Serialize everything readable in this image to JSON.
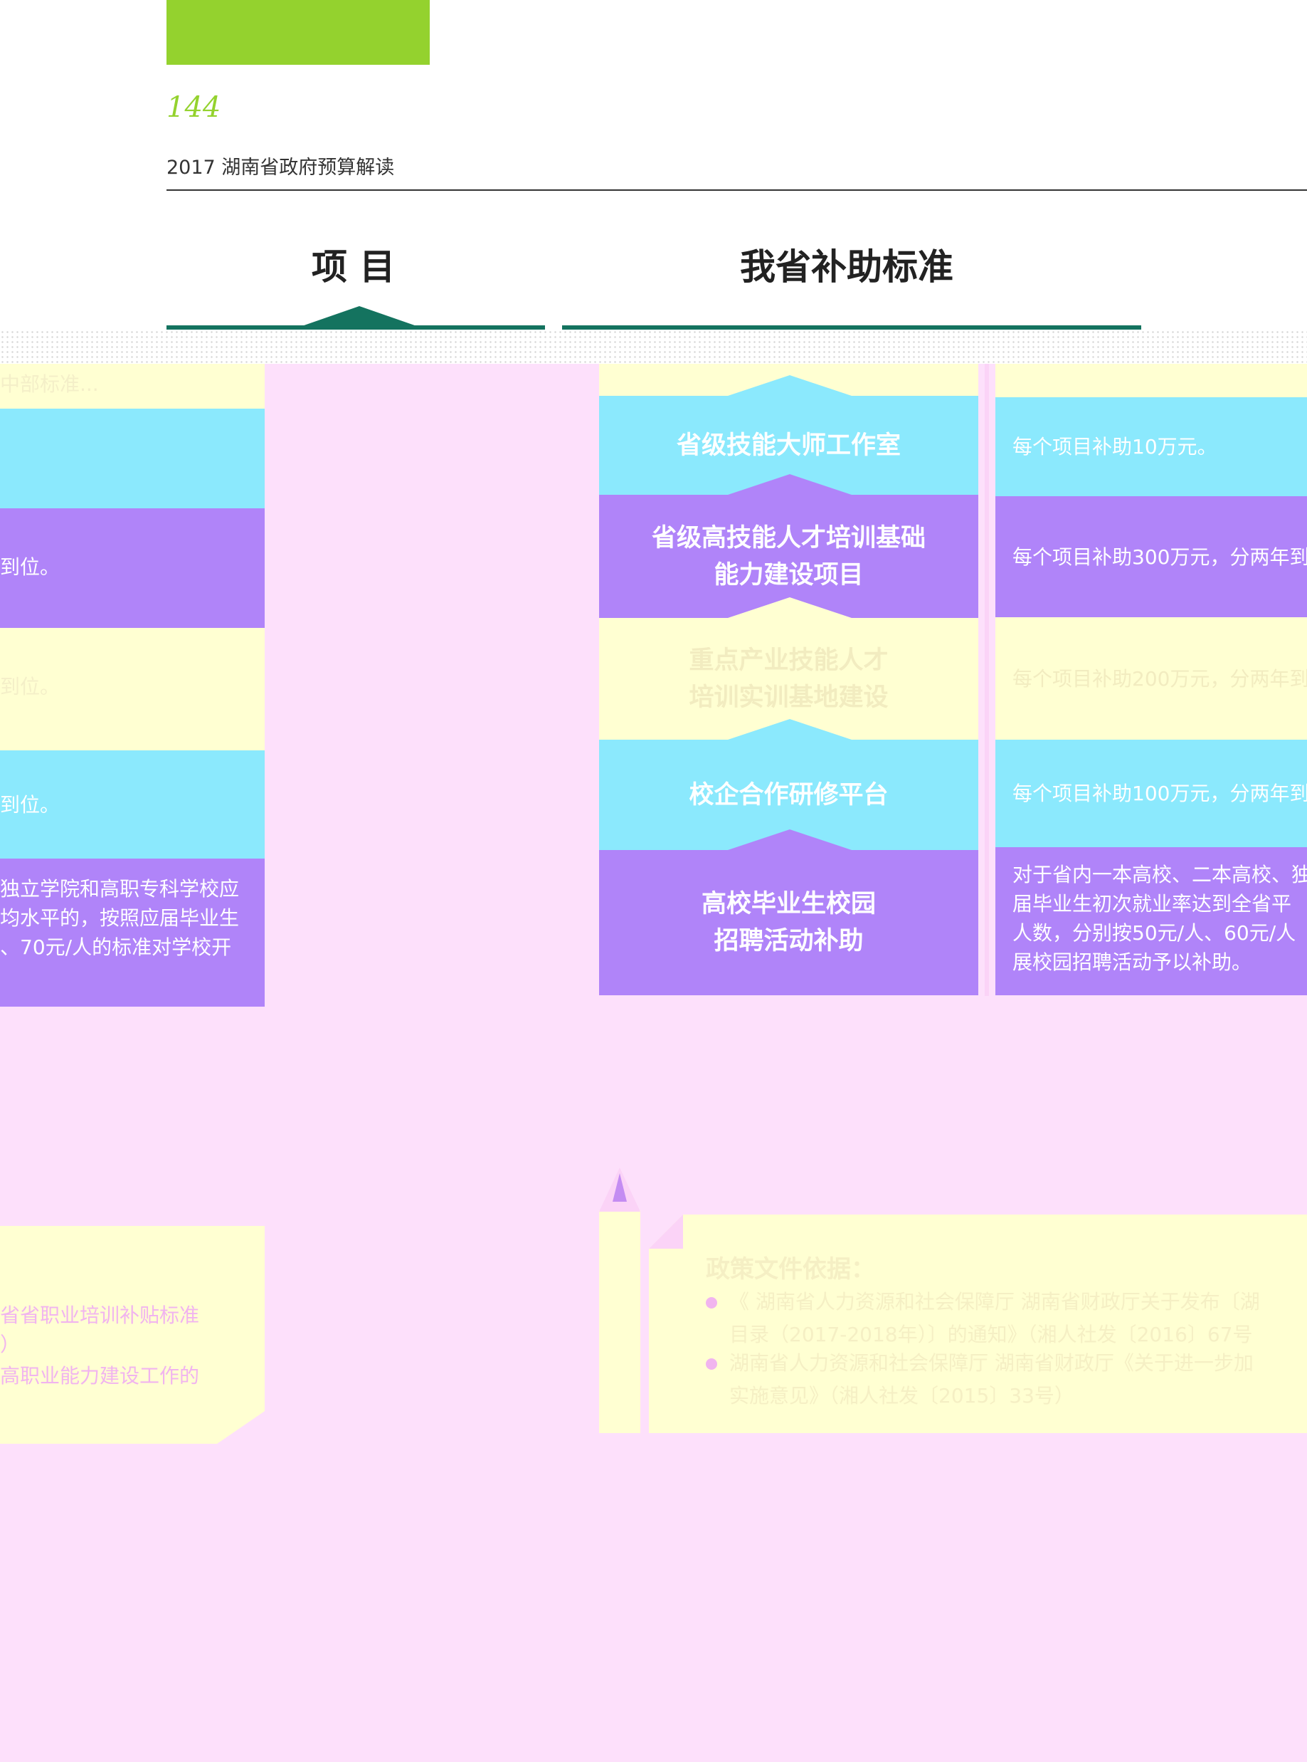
{
  "header": {
    "page_number": "144",
    "running_title": "2017  湖南省政府预算解读"
  },
  "table": {
    "col_project": "项 目",
    "col_standard": "我省补助标准",
    "left_cutoff": {
      "row1_faint": "中部标准...",
      "row3_white": "到位。",
      "row4_faint": "到位。",
      "row5_white": "到位。",
      "row6_lines": [
        "独立学院和高职专科学校应",
        "均水平的，按照应届毕业生",
        "、70元/人的标准对学校开"
      ]
    },
    "rows": [
      {
        "project": "省级技能大师工作室",
        "standard": "每个项目补助10万元。"
      },
      {
        "project": "省级高技能人才培训基础\n能力建设项目",
        "standard": "每个项目补助300万元，分两年到"
      },
      {
        "project": "重点产业技能人才\n培训实训基地建设",
        "standard": "每个项目补助200万元，分两年到"
      },
      {
        "project": "校企合作研修平台",
        "standard": "每个项目补助100万元，分两年到"
      },
      {
        "project": "高校毕业生校园\n招聘活动补助",
        "standard_lines": [
          "对于省内一本高校、二本高校、独",
          "届毕业生初次就业率达到全省平",
          "人数，分别按50元/人、60元/人",
          "展校园招聘活动予以补助。"
        ]
      }
    ]
  },
  "notes": {
    "left_lines": [
      "省省职业培训补贴标准",
      "）",
      "高职业能力建设工作的"
    ],
    "policy_title": "政策文件依据：",
    "policy_items": [
      [
        "《 湖南省人力资源和社会保障厅 湖南省财政厅关于发布〔湖",
        "目录（2017-2018年）〕的通知》（湘人社发〔2016〕67号"
      ],
      [
        "湖南省人力资源和社会保障厅 湖南省财政厅《关于进一步加",
        "实施意见》（湘人社发〔2015〕33号）"
      ]
    ]
  },
  "colors": {
    "background": "#fde0fb",
    "yellow": "#ffffd2",
    "cyan": "#8be9fd",
    "purple": "#b084f9",
    "accent_green": "#94d22e",
    "teal": "#14735f"
  }
}
